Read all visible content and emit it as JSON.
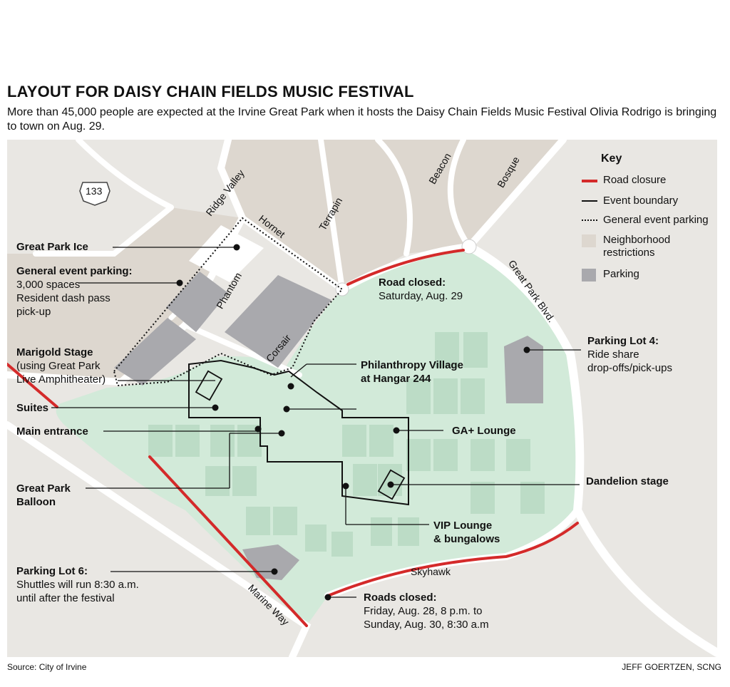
{
  "header": {
    "title": "LAYOUT FOR DAISY CHAIN FIELDS MUSIC FESTIVAL",
    "subtitle": "More than 45,000 people are expected at the Irvine Great Park when it hosts the Daisy Chain Fields Music Festival Olivia Rodrigo is bringing to town on Aug. 29."
  },
  "key": {
    "title": "Key",
    "items": [
      {
        "label": "Road closure",
        "symbol": "red-line",
        "color": "#d42a2a"
      },
      {
        "label": "Event boundary",
        "symbol": "black-line",
        "color": "#111111"
      },
      {
        "label": "General event parking",
        "symbol": "dotted-line",
        "color": "#111111"
      },
      {
        "label": "Neighborhood restrictions",
        "symbol": "beige-box",
        "color": "#ddd7cf"
      },
      {
        "label": "Parking",
        "symbol": "gray-box",
        "color": "#a9a9ad"
      }
    ]
  },
  "colors": {
    "park": "#d2ead9",
    "neighborhood": "#ddd7cf",
    "parking": "#a9a9ad",
    "background": "#e9e7e3",
    "road_closure": "#d42a2a"
  },
  "highway_shield": "133",
  "streets": {
    "ridge_valley": "Ridge Valley",
    "hornet": "Hornet",
    "terrapin": "Terrapin",
    "beacon": "Beacon",
    "bosque": "Bosque",
    "great_park_blvd": "Great Park Blvd.",
    "phantom": "Phantom",
    "corsair": "Corsair",
    "skyhawk": "Skyhawk",
    "marine_way": "Marine Way"
  },
  "callouts": {
    "great_park_ice": {
      "title": "Great Park Ice"
    },
    "general_parking": {
      "title": "General event parking:",
      "lines": [
        "3,000 spaces",
        "Resident dash pass",
        "pick-up"
      ]
    },
    "marigold": {
      "title": "Marigold Stage",
      "lines": [
        "(using Great Park",
        "Live Amphitheater)"
      ]
    },
    "suites": {
      "title": "Suites"
    },
    "main_entrance": {
      "title": "Main entrance"
    },
    "balloon": {
      "title": "Great Park",
      "title2": "Balloon"
    },
    "lot6": {
      "title": "Parking Lot 6:",
      "lines": [
        "Shuttles will run 8:30 a.m.",
        "until after the festival"
      ]
    },
    "road_closed_sat": {
      "title": "Road closed:",
      "lines": [
        "Saturday, Aug. 29"
      ]
    },
    "philanthropy": {
      "title": "Philanthropy Village",
      "title2": "at Hangar 244"
    },
    "lot4": {
      "title": "Parking Lot 4:",
      "lines": [
        "Ride share",
        "drop-offs/pick-ups"
      ]
    },
    "ga_plus": {
      "title": "GA+ Lounge"
    },
    "dandelion": {
      "title": "Dandelion stage"
    },
    "vip": {
      "title": "VIP Lounge",
      "title2": "& bungalows"
    },
    "roads_closed": {
      "title": "Roads closed:",
      "lines": [
        "Friday, Aug. 28, 8 p.m. to",
        "Sunday, Aug. 30, 8:30 a.m"
      ]
    }
  },
  "footer": {
    "source": "Source: City of Irvine",
    "credit": "JEFF GOERTZEN, SCNG"
  }
}
